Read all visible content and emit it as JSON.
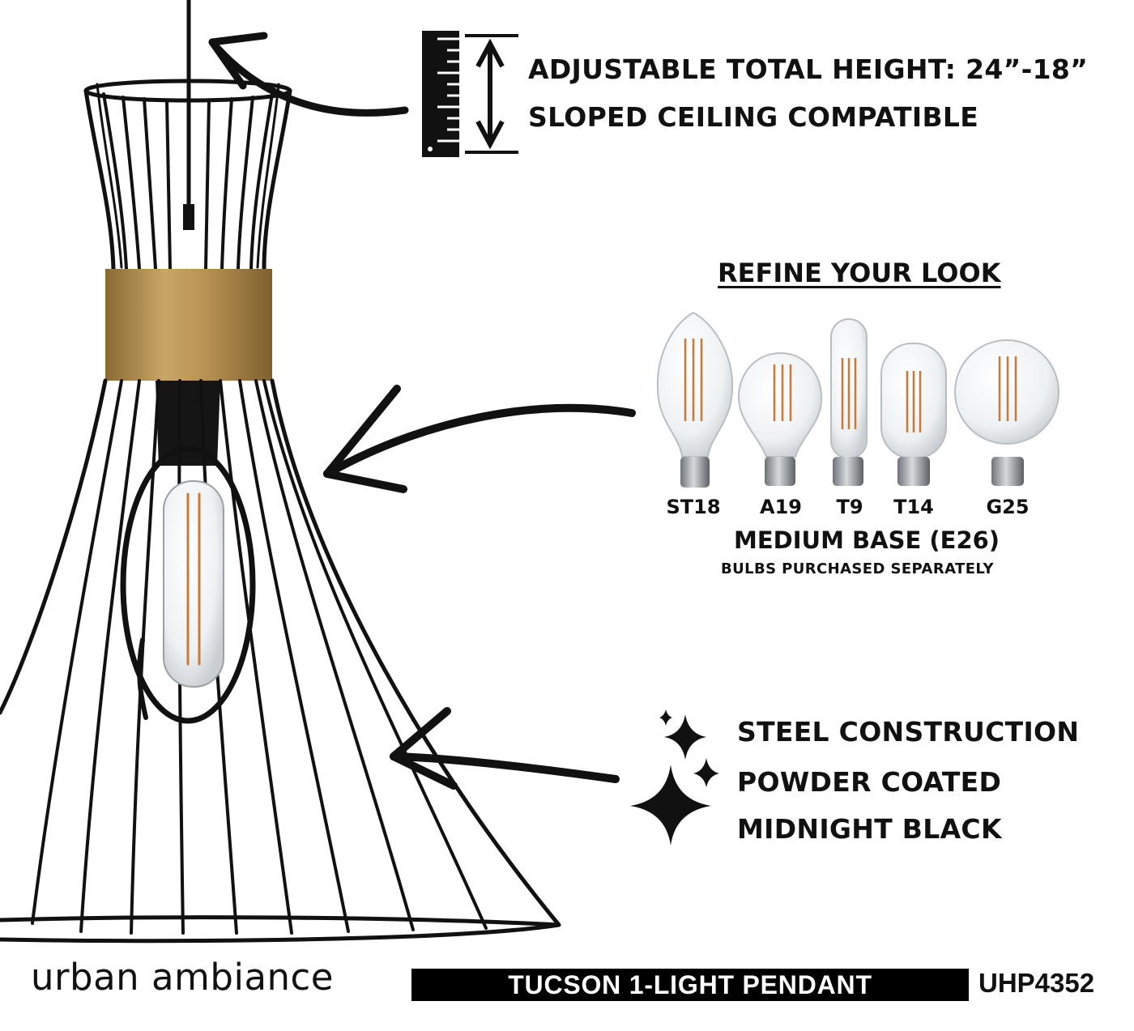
{
  "height_callout": {
    "line1": "ADJUSTABLE TOTAL HEIGHT: 24”-18”",
    "line2": "SLOPED CEILING COMPATIBLE",
    "icon": "ruler-height-icon"
  },
  "bulbs_section": {
    "heading": "REFINE YOUR LOOK",
    "bulbs": [
      {
        "label": "ST18"
      },
      {
        "label": "A19"
      },
      {
        "label": "T9"
      },
      {
        "label": "T14"
      },
      {
        "label": "G25"
      }
    ],
    "base_text": "MEDIUM BASE (E26)",
    "note": "BULBS PURCHASED SEPARATELY"
  },
  "material_callout": {
    "lines": [
      "STEEL CONSTRUCTION",
      "POWDER COATED",
      "MIDNIGHT BLACK"
    ],
    "icon": "sparkle-icon"
  },
  "footer": {
    "brand": "urban ambiance",
    "product_name": "TUCSON 1-LIGHT PENDANT",
    "sku": "UHP4352"
  },
  "colors": {
    "ink": "#111111",
    "brass": "#b08b4f",
    "filament": "#c9793a"
  }
}
